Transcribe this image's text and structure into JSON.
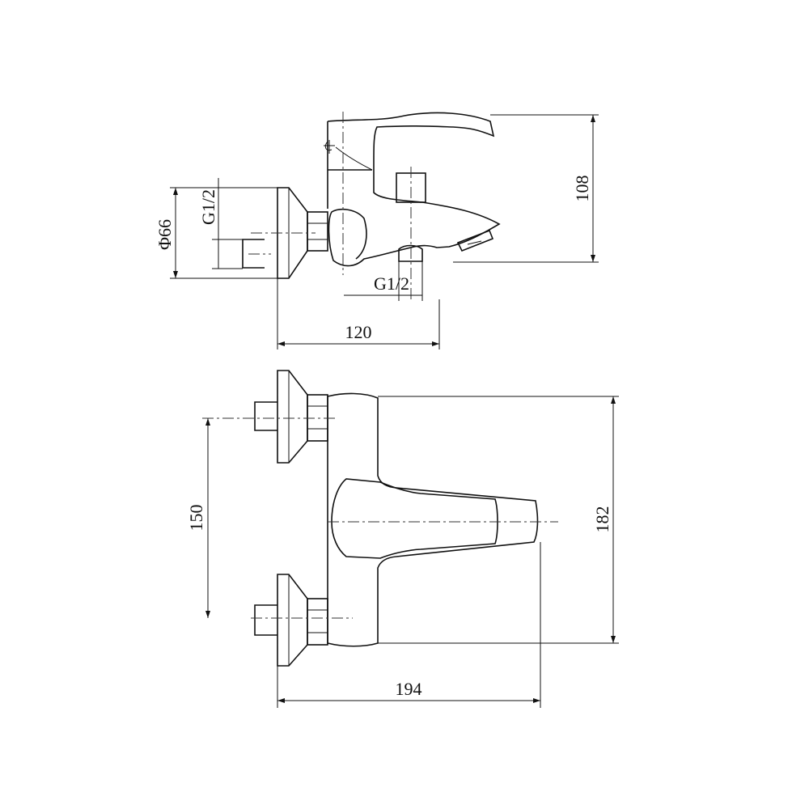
{
  "title": "Bath mixer technical drawing",
  "side_view": {
    "dims": {
      "height": "108",
      "flange_diameter": "Φ66",
      "inlet_thread": "G1/2",
      "outlet_thread": "G1/2",
      "projection": "120"
    }
  },
  "top_view": {
    "dims": {
      "inlet_spacing": "150",
      "body_height": "182",
      "total_length": "194"
    }
  },
  "colors": {
    "line": "#111111",
    "background": "#ffffff"
  }
}
